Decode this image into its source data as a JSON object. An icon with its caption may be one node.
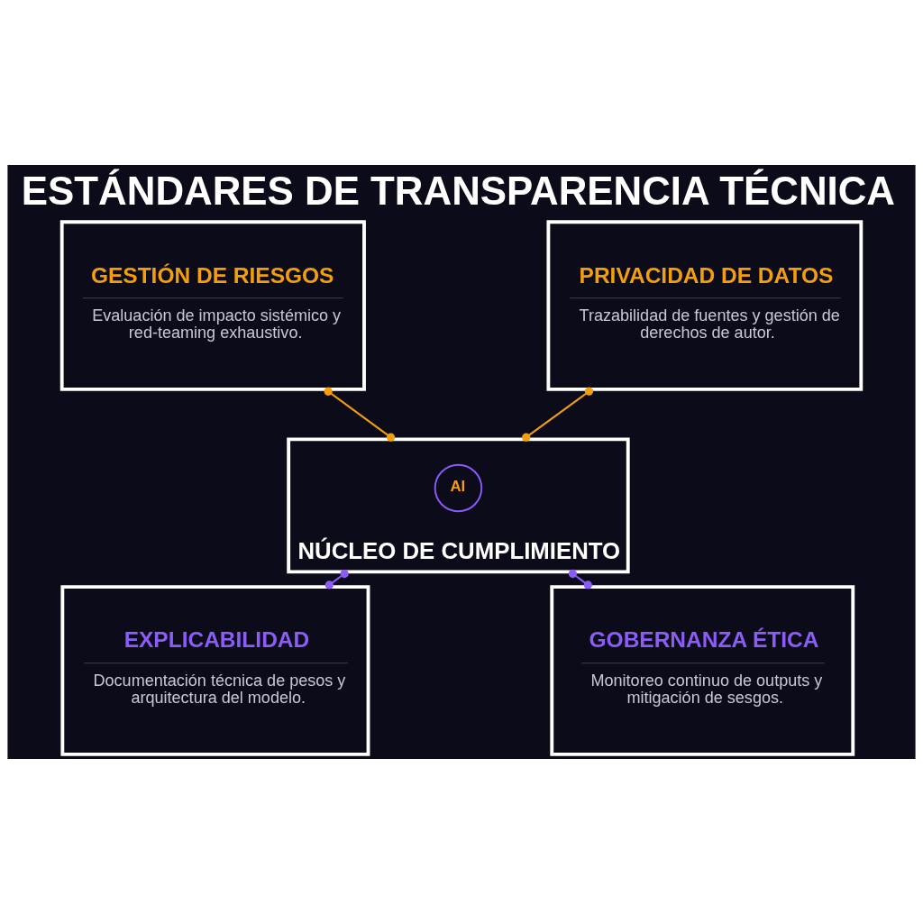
{
  "diagram": {
    "title": "ESTÁNDARES DE TRANSPARENCIA TÉCNICA",
    "nodes": [
      {
        "text": [
          "GESTIÓN DE RIESGOS",
          "Evaluación de impacto sistémico y red-teaming exhaustivo."
        ]
      },
      {
        "text": [
          "PRIVACIDAD DE DATOS",
          "Trazabilidad de fuentes y gestión de derechos de autor."
        ]
      },
      {
        "text": [
          "NÚCLEO DE CUMPLIMIENTO"
        ]
      },
      {
        "text": [
          "AI"
        ],
        "in": 2
      },
      {
        "text": [
          "EXPLICABILIDAD",
          "Documentación técnica de pesos y arquitectura del modelo."
        ]
      },
      {
        "text": [
          "GOBERNANZA ÉTICA",
          "Monitoreo continuo de outputs y mitigación de sesgos."
        ]
      }
    ],
    "edges": [
      {
        "from": 0,
        "to": 2,
        "arrow": "other",
        "color": "#f59e0b"
      },
      {
        "from": 1,
        "to": 2,
        "arrow": "other",
        "color": "#f59e0b"
      },
      {
        "from": 2,
        "to": 4,
        "arrow": "other",
        "color": "#8b5cf6"
      },
      {
        "from": 2,
        "to": 5,
        "arrow": "other",
        "color": "#8b5cf6"
      }
    ]
  }
}
